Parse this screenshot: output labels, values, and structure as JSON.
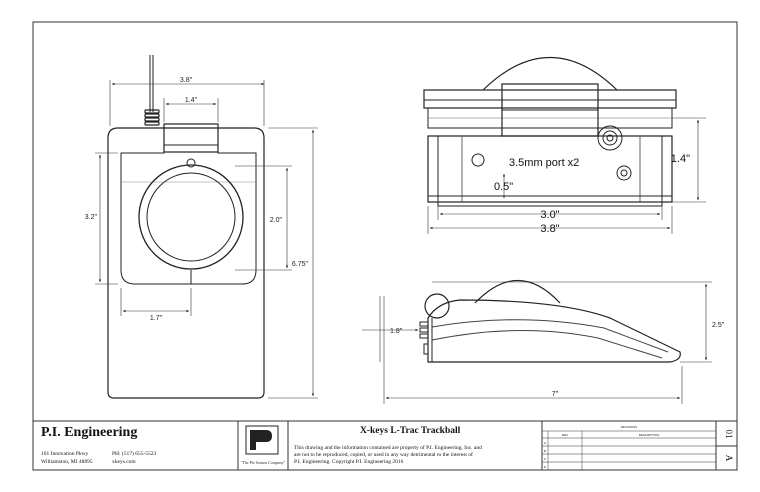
{
  "company": {
    "name": "P.I. Engineering",
    "address_line1": "101 Innovation Pkwy",
    "address_line2": "Williamston, MI 48895",
    "phone": "PH: (517) 655-5523",
    "website": "xkeys.com",
    "logo_letters": "PI",
    "logo_tagline": "\"The Pie Sonsas Company\""
  },
  "drawing": {
    "title": "X-keys L-Trac Trackball",
    "disclaimer_line1": "This drawing and the information contained are property of P.I. Engineering, Inc. and",
    "disclaimer_line2": "are not to be reproduced, copied, or used in any way detrimental to the interest of",
    "disclaimer_line3": "P.I. Engineering. Copyright P.I. Engineering 2016"
  },
  "revisions": {
    "header": "REVISIONS",
    "col1": "REV",
    "col2": "DESCRIPTION",
    "rows": [
      "A",
      "B",
      "C",
      "D"
    ]
  },
  "sheet": {
    "number": "01",
    "rev": "A"
  },
  "dimensions": {
    "top_width": "3.8\"",
    "top_inner_width": "1.4\"",
    "top_height_left": "3.2\"",
    "ball_diameter": "2.0\"",
    "total_length": "6.75\"",
    "button_width": "1.7\"",
    "front_height": "1.4\"",
    "port_label": "3.5mm port x2",
    "port_offset": "0.5\"",
    "front_inner_width": "3.0\"",
    "front_outer_width": "3.8\"",
    "side_cable": "1.8\"",
    "side_height": "2.5\"",
    "side_length": "7\""
  }
}
